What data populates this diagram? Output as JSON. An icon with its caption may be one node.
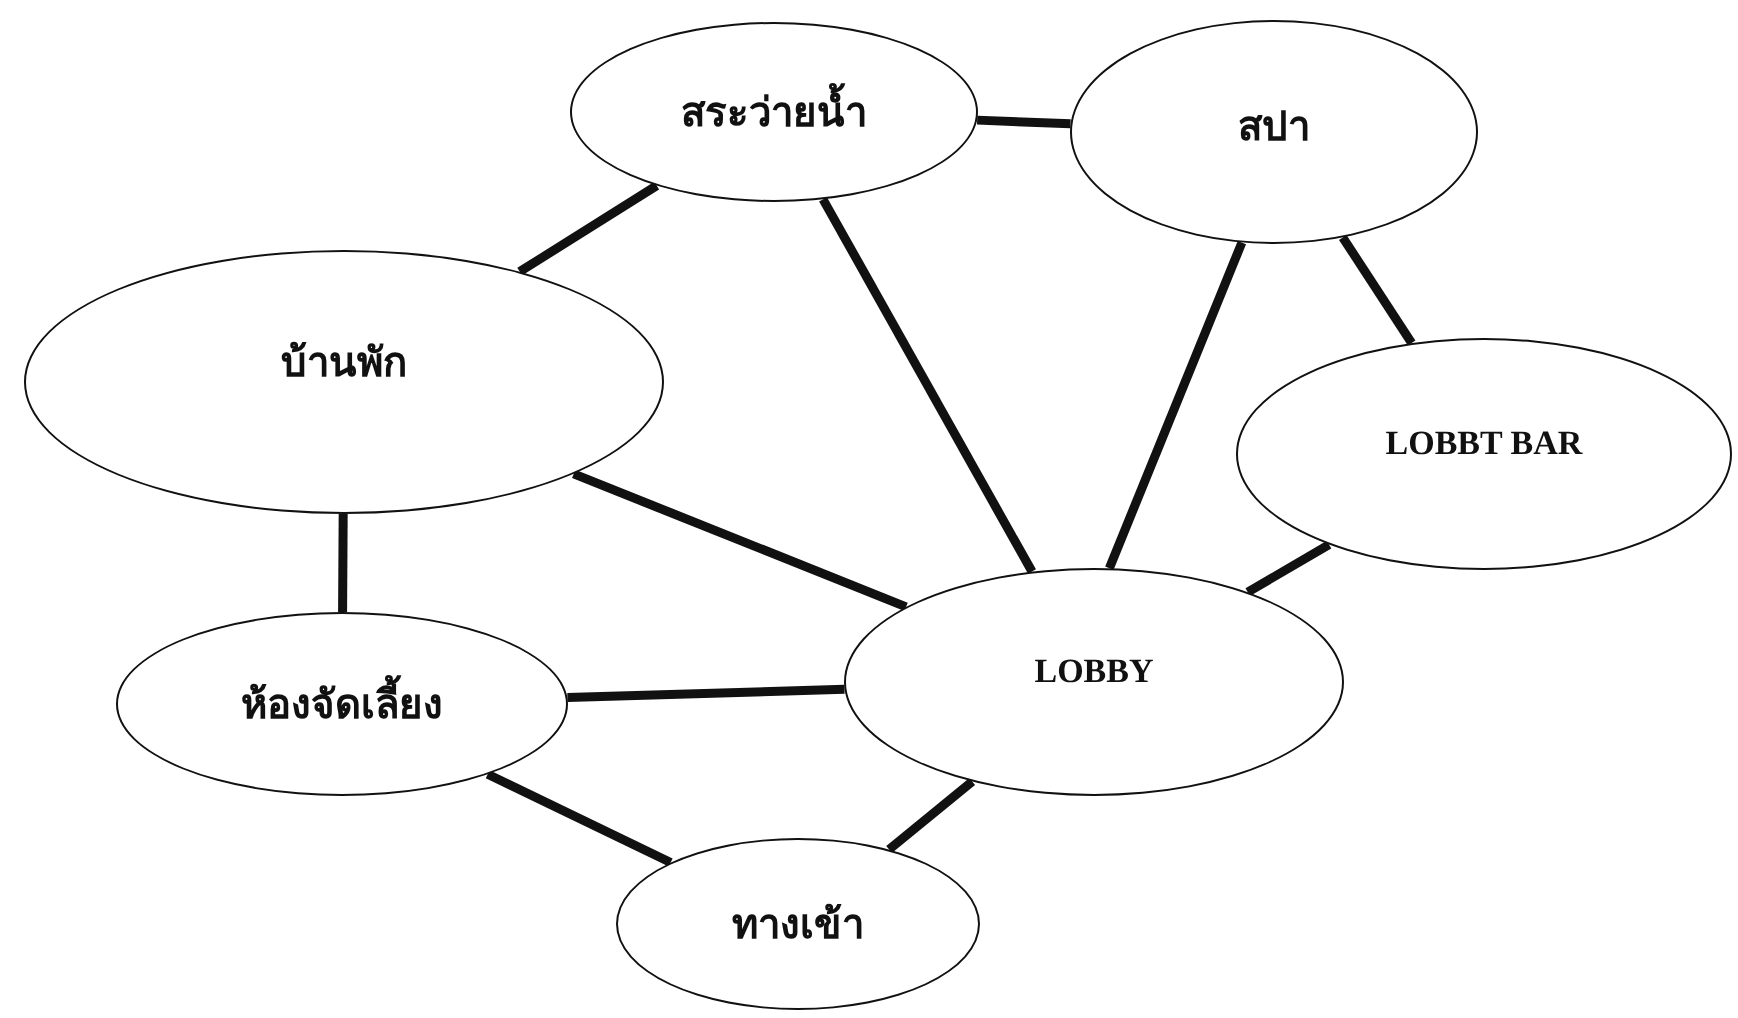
{
  "diagram": {
    "nodes": [
      {
        "text": [
          "สระว่ายน้ำ"
        ]
      },
      {
        "text": [
          "สปา"
        ]
      },
      {
        "text": [
          "บ้านพัก"
        ]
      },
      {
        "text": [
          "LOBBT BAR"
        ]
      },
      {
        "text": [
          "ห้องจัดเลี้ยง"
        ]
      },
      {
        "text": [
          "LOBBY"
        ]
      },
      {
        "text": [
          "ทางเข้า"
        ]
      }
    ],
    "edges": [
      {
        "from": 0,
        "to": 1,
        "arrow": "none"
      },
      {
        "from": 0,
        "to": 2,
        "arrow": "none"
      },
      {
        "from": 0,
        "to": 5,
        "arrow": "none"
      },
      {
        "from": 1,
        "to": 5,
        "arrow": "none"
      },
      {
        "from": 1,
        "to": 3,
        "arrow": "none"
      },
      {
        "from": 2,
        "to": 5,
        "arrow": "none"
      },
      {
        "from": 2,
        "to": 4,
        "arrow": "none"
      },
      {
        "from": 3,
        "to": 5,
        "arrow": "none"
      },
      {
        "from": 4,
        "to": 5,
        "arrow": "none"
      },
      {
        "from": 4,
        "to": 6,
        "arrow": "none"
      },
      {
        "from": 5,
        "to": 6,
        "arrow": "none"
      }
    ]
  }
}
